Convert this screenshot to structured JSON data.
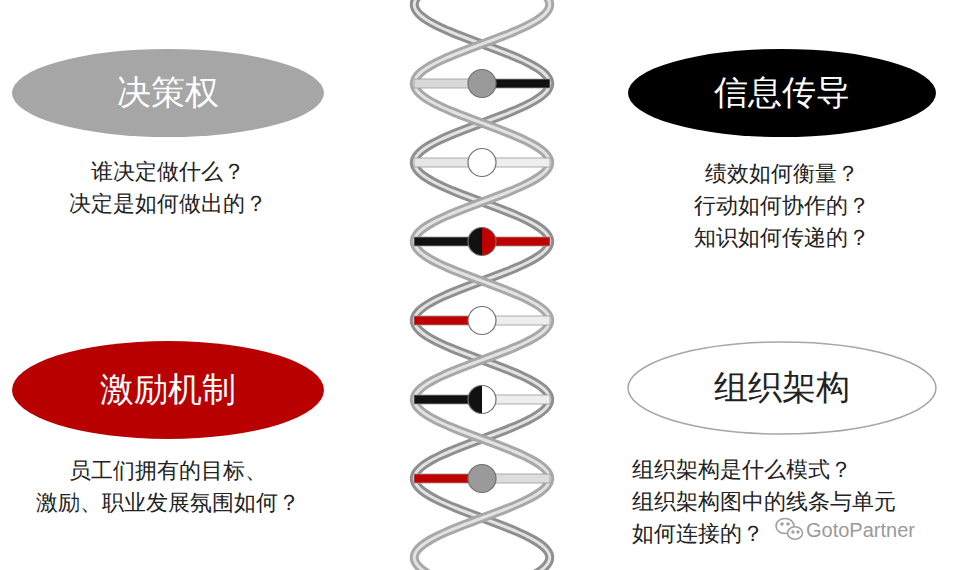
{
  "diagram": {
    "nodes": [
      {
        "text": [
          "决策权",
          "谁决定做什么？ 决定是如何做出的？"
        ]
      },
      {
        "text": [
          "信息传导",
          "绩效如何衡量？ 行动如何协作的？ 知识如何传递的？"
        ]
      },
      {
        "text": [
          "激励机制",
          "员工们拥有的目标、 激励、职业发展氛围如何？"
        ]
      },
      {
        "text": [
          "组织架构",
          "组织架构是什么模式？ 组织架构图中的线条与单元 如何连接的？"
        ]
      }
    ],
    "labels": [
      "GotoPartner"
    ]
  }
}
